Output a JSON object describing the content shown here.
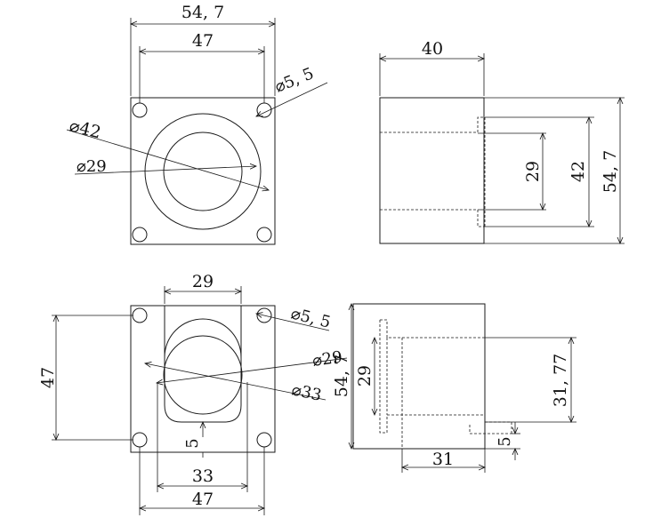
{
  "views": {
    "top_left": {
      "overall_width": "54, 7",
      "bolt_spacing": "47",
      "hole_dia": "⌀5, 5",
      "outer_dia": "⌀42",
      "inner_dia": "⌀29"
    },
    "top_right": {
      "depth": "40",
      "inner": "29",
      "middle": "42",
      "height": "54, 7"
    },
    "bottom_left": {
      "slot_width": "29",
      "hole_dia": "⌀5, 5",
      "inner_dia": "⌀29",
      "outer_dia": "⌀33",
      "bolt_spacing_v": "47",
      "offset": "5",
      "slot_bottom": "33",
      "bolt_spacing_h": "47"
    },
    "bottom_right": {
      "height": "54, 7",
      "inner": "29",
      "bore": "31, 77",
      "offset": "5",
      "depth": "31"
    }
  }
}
